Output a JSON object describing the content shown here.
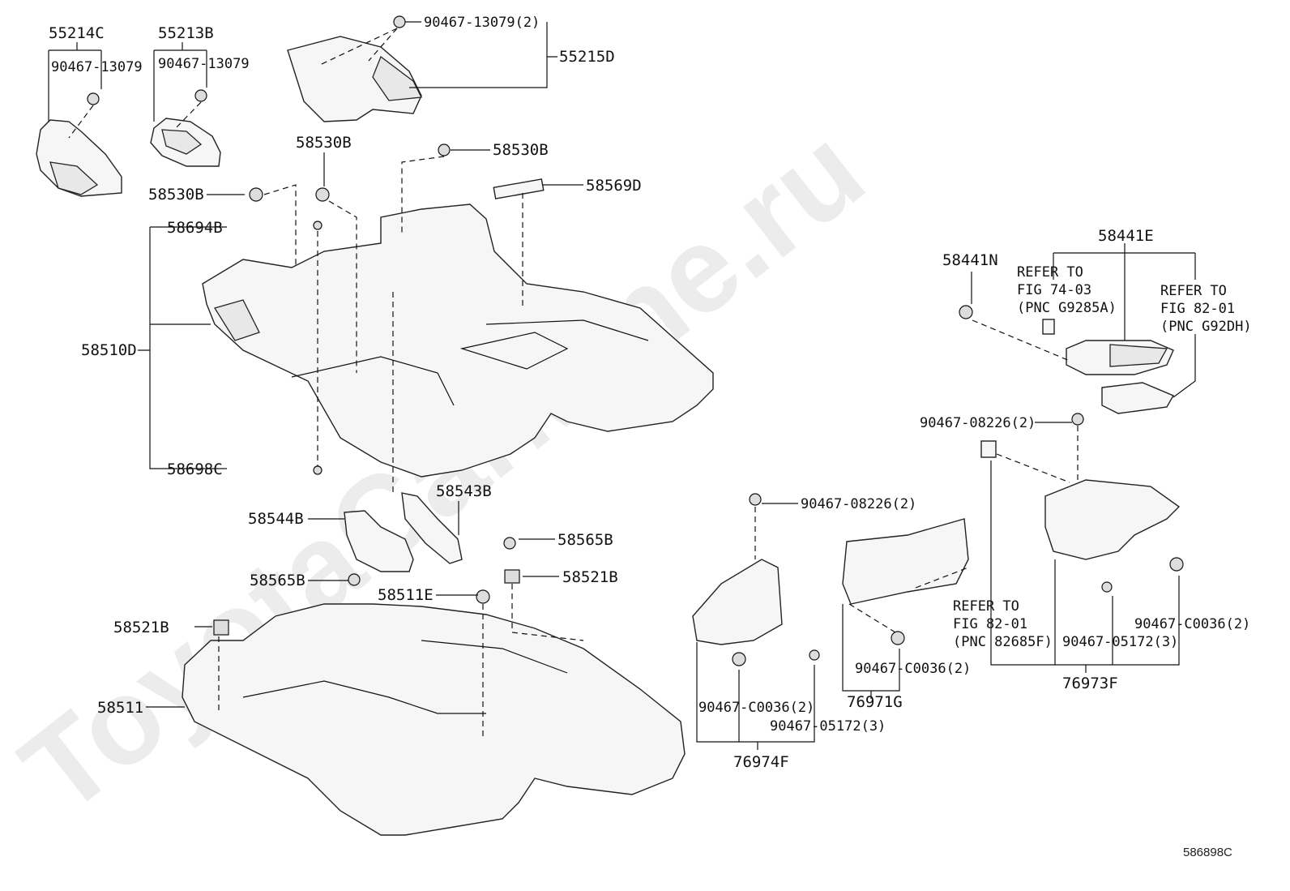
{
  "watermark": "ToyotaCarMine.ru",
  "diagram_code": "586898C",
  "labels": {
    "p55214C": "55214C",
    "p55213B": "55213B",
    "c13079_a": "90467-13079",
    "c13079_b": "90467-13079",
    "c13079_2": "90467-13079(2)",
    "p55215D": "55215D",
    "p58530B_top": "58530B",
    "p58530B_right": "58530B",
    "p58530B_left": "58530B",
    "p58569D": "58569D",
    "p58694B": "58694B",
    "p58510D": "58510D",
    "p58698C": "58698C",
    "p58543B": "58543B",
    "p58544B": "58544B",
    "p58565B_r": "58565B",
    "p58565B_l": "58565B",
    "p58521B_r": "58521B",
    "p58521B_l": "58521B",
    "p58511E": "58511E",
    "p58511": "58511",
    "p58441N": "58441N",
    "p58441E": "58441E",
    "ref1_l1": "REFER TO",
    "ref1_l2": "FIG 74-03",
    "ref1_l3": "(PNC G9285A)",
    "ref2_l1": "REFER TO",
    "ref2_l2": "FIG 82-01",
    "ref2_l3": "(PNC G92DH)",
    "c08226_r": "90467-08226(2)",
    "c08226_m": "90467-08226(2)",
    "ref3_l1": "REFER TO",
    "ref3_l2": "FIG 82-01",
    "ref3_l3": "(PNC 82685F)",
    "cC0036_r": "90467-C0036(2)",
    "c05172_r": "90467-05172(3)",
    "p76973F": "76973F",
    "cC0036_m": "90467-C0036(2)",
    "p76971G": "76971G",
    "cC0036_l": "90467-C0036(2)",
    "c05172_l": "90467-05172(3)",
    "p76974F": "76974F"
  }
}
